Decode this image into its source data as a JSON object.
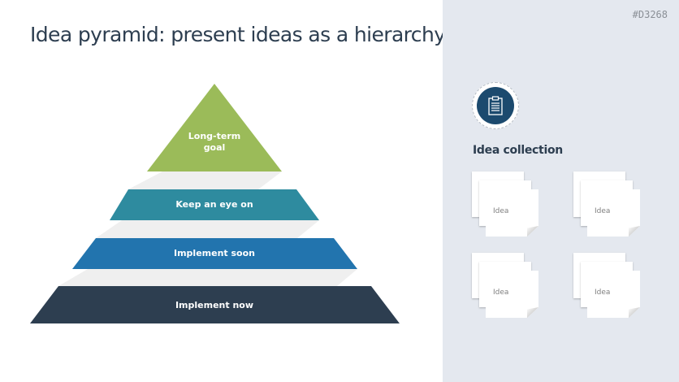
{
  "slide": {
    "title": "Idea pyramid: present ideas as a hierarchy",
    "code": "#D3268"
  },
  "pyramid": {
    "layers": [
      {
        "label_line1": "Long-term",
        "label_line2": "goal",
        "color": "#9bbb59"
      },
      {
        "label": "Keep an eye on",
        "color": "#2e8b9f"
      },
      {
        "label": "Implement soon",
        "color": "#2274ae"
      },
      {
        "label": "Implement now",
        "color": "#2d3e50"
      }
    ],
    "shadow_color": "#efefef"
  },
  "panel": {
    "icon": "clipboard-icon",
    "title": "Idea collection",
    "stacks": [
      {
        "label": "Idea"
      },
      {
        "label": "Idea"
      },
      {
        "label": "Idea"
      },
      {
        "label": "Idea"
      }
    ],
    "background": "#e4e8ef",
    "icon_color": "#1c4a6e"
  }
}
